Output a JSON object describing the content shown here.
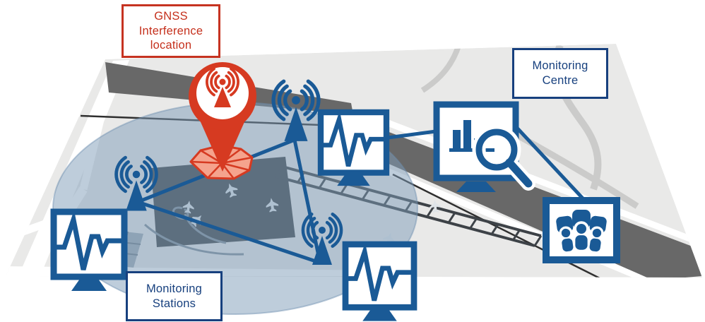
{
  "title": "GNSS interference localisation diagram",
  "labels": {
    "gnss_interference": [
      "GNSS",
      "Interference",
      "location"
    ],
    "monitoring_centre": [
      "Monitoring",
      "Centre"
    ],
    "monitoring_stations": [
      "Monitoring",
      "Stations"
    ]
  },
  "colors": {
    "icon_blue": "#1a5a96",
    "label_blue": "#17407e",
    "label_red": "#c5301c",
    "alert_red": "#d63a21",
    "interference_area_fill": "#f5a38d",
    "map_gray": "#e9e9e8",
    "road_dark_gray": "#686868",
    "road_light_gray": "#cbcbca",
    "railway_black": "#2f2f2f",
    "coverage_blue": "#7e9cb8"
  },
  "icons": {
    "pin": "interference-location-pin-icon",
    "antenna": "monitoring-antenna-icon",
    "waveform_monitor": "signal-monitor-icon",
    "analysis_monitor": "analysis-monitor-icon",
    "magnifier": "magnifier-icon",
    "bar_chart": "bar-chart-icon",
    "team_monitor": "control-room-team-icon",
    "airplane": "airplane-icon"
  }
}
